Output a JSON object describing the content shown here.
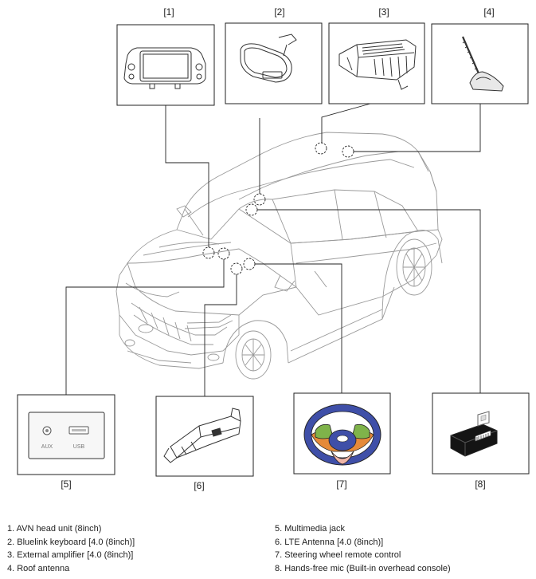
{
  "callouts": [
    "[1]",
    "[2]",
    "[3]",
    "[4]",
    "[5]",
    "[6]",
    "[7]",
    "[8]"
  ],
  "panel_texts": {
    "aux": "AUX",
    "usb": "USB"
  },
  "legend": [
    "1. AVN head unit (8inch)",
    "2. Bluelink keyboard [4.0 (8inch)]",
    "3. External amplifier [4.0 (8inch)]",
    "4. Roof antenna",
    "5. Multimedia jack",
    "6. LTE Antenna [4.0 (8inch)]",
    "7. Steering wheel remote control",
    "8. Hands-free mic (Built-in overhead console)"
  ],
  "colors": {
    "line": "#222222",
    "car_outline": "#9a9a9a",
    "wheel_blue": "#3f4fa8",
    "wheel_green": "#7fb34a",
    "wheel_orange": "#e58a3a",
    "wheel_pink": "#f0b6a8"
  }
}
